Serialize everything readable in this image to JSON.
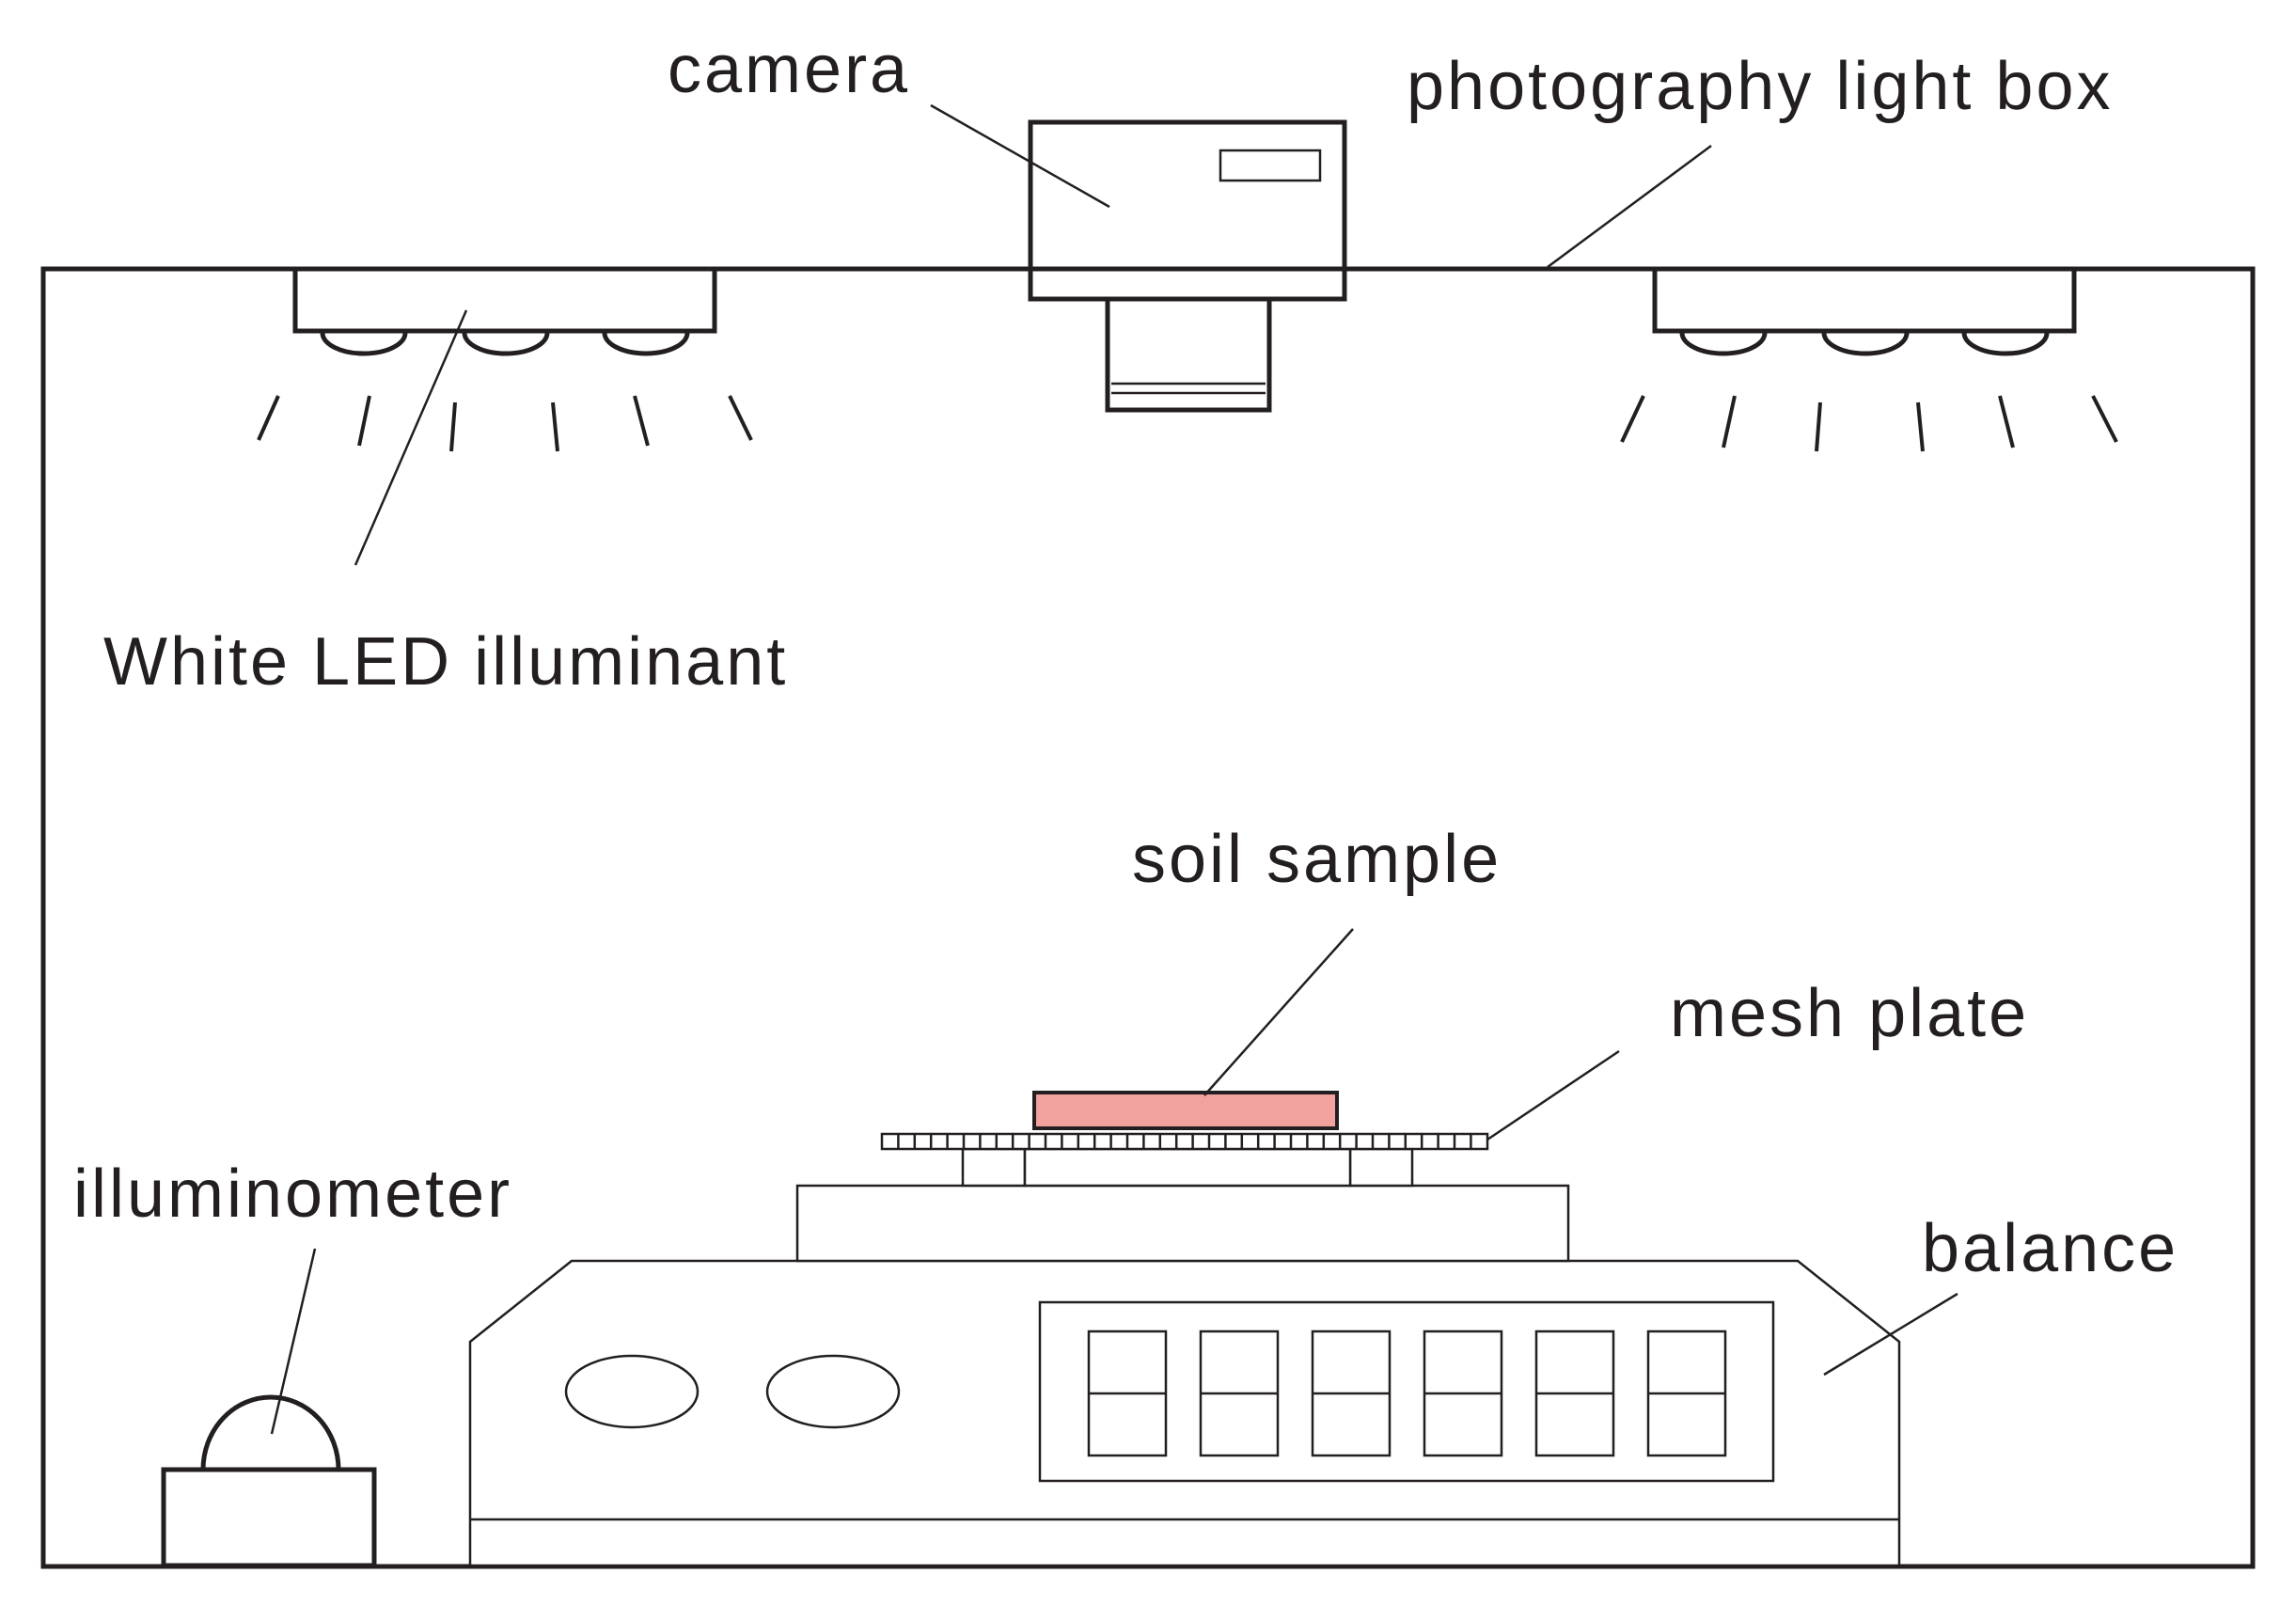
{
  "labels": {
    "camera": "camera",
    "light_box": "photography light box",
    "led": "White LED illuminant",
    "soil_sample": "soil sample",
    "mesh_plate": "mesh plate",
    "illuminometer": "illuminometer",
    "balance": "balance"
  },
  "colors": {
    "line": "#231f20",
    "soil_sample_fill": "#f1a19e",
    "background": "#ffffff"
  }
}
